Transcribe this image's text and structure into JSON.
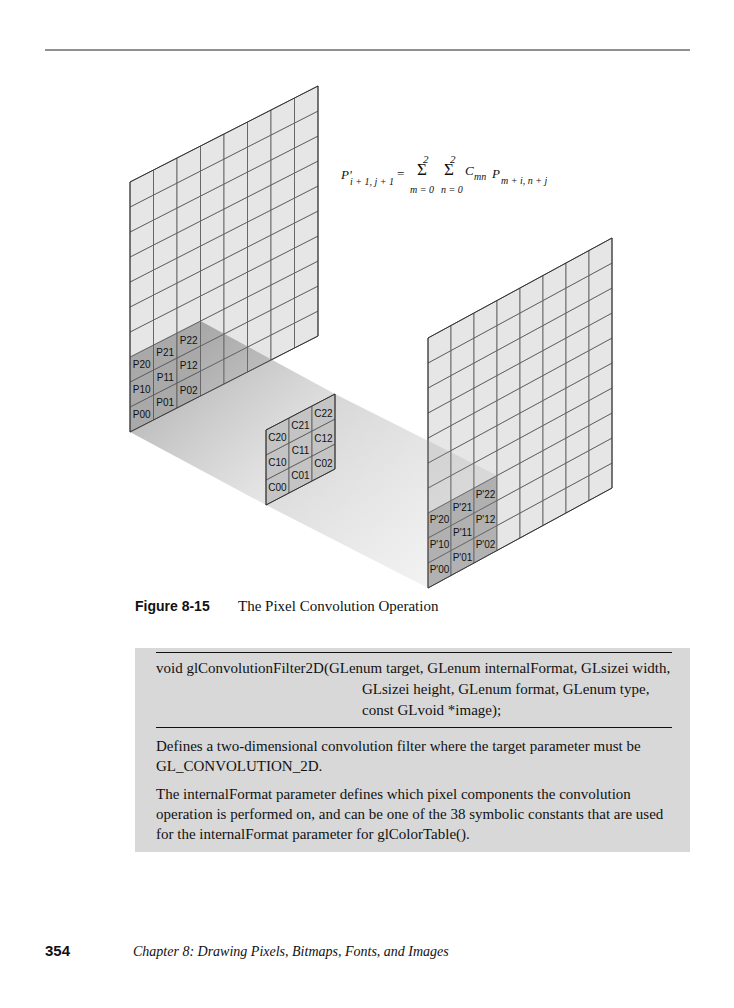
{
  "diagram": {
    "caption": "The Pixel Convolution Operation",
    "nodes": [
      {
        "text": [
          "void glConvolutionFilter2D(GLenum target, GLenum internalFormat, GLsizei width, GLsizei height, GLenum format, GLenum type, const GLvoid *image);",
          "Defines a two-dimensional convolution filter where the target parameter must be GL_CONVOLUTION_2D.",
          "The internalFormat parameter defines which pixel components the convolution operation is performed on, and can be one of the 38 symbolic constants that are used for the internalFormat parameter for glColorTable()."
        ]
      }
    ],
    "labels": [
      "2",
      "2",
      "P'",
      "i + 1, j + 1",
      "=",
      "Σ",
      "Σ",
      "C",
      "mn",
      "P",
      "m + i, n + j",
      "m = 0",
      "n = 0",
      "P00",
      "P01",
      "P02",
      "P10",
      "P11",
      "P12",
      "P20",
      "P21",
      "P22",
      "C00",
      "C01",
      "C02",
      "C10",
      "C11",
      "C12",
      "C20",
      "C21",
      "C22",
      "P'00",
      "P'01",
      "P'02",
      "P'10",
      "P'11",
      "P'12",
      "P'20",
      "P'21",
      "P'22",
      "Figure 8-15",
      "354",
      "Chapter 8: Drawing Pixels, Bitmaps, Fonts, and Images"
    ]
  }
}
